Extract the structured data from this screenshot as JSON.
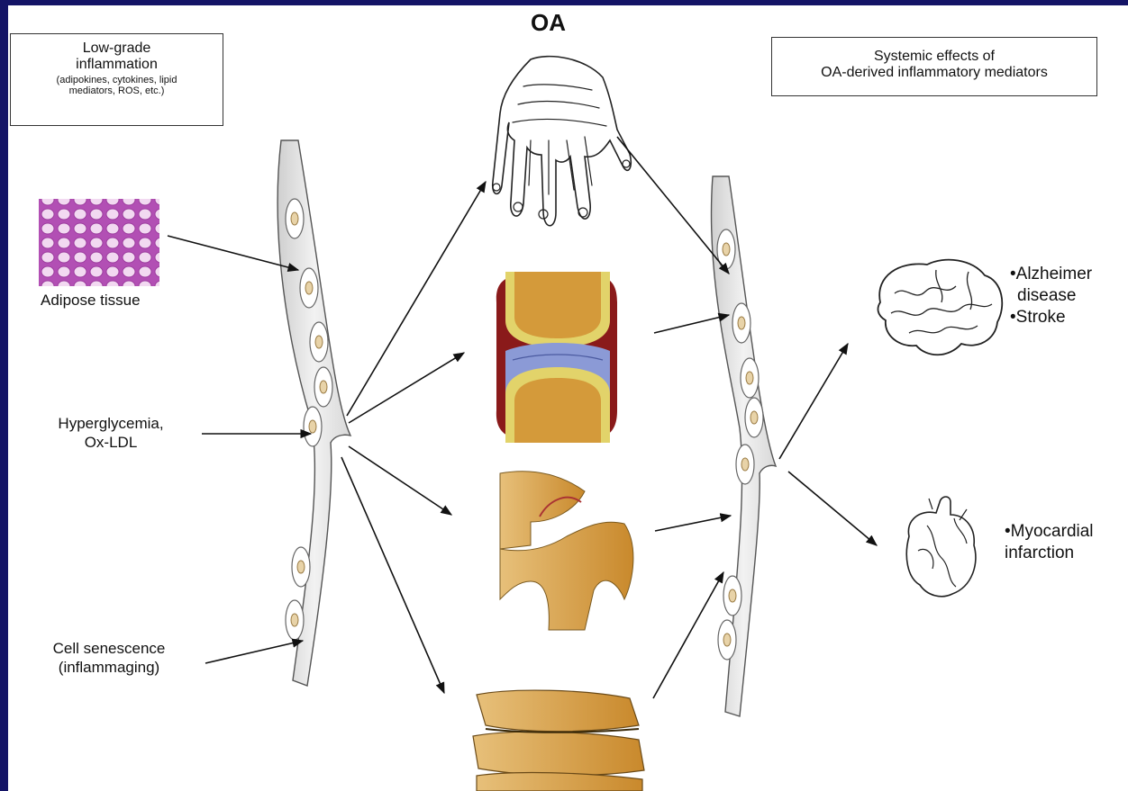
{
  "title": "OA",
  "boxes": {
    "left": {
      "line1": "Low-grade",
      "line2": "inflammation",
      "detail1": "(adipokines, cytokines, lipid",
      "detail2": "mediators, ROS, etc.)"
    },
    "right": {
      "line1": "Systemic effects of",
      "line2": "OA-derived inflammatory mediators"
    }
  },
  "left_labels": {
    "adipose": "Adipose tissue",
    "hyper1": "Hyperglycemia,",
    "hyper2": "Ox-LDL",
    "sen1": "Cell senescence",
    "sen2": "(inflammaging)"
  },
  "right_labels": {
    "brain1": "•Alzheimer",
    "brain2": "disease",
    "brain3": "•Stroke",
    "heart1": "•Myocardial",
    "heart2": "infarction"
  },
  "colors": {
    "frame": "#1a1a6e",
    "vessel_fill": "#e6e6e6",
    "cell_nucleus": "#e8d3a8",
    "cartilage_blue": "#8b9ad6",
    "bone_tan": "#d49a3a",
    "joint_red": "#8a1a1a",
    "adipose_purple": "#b24fb4"
  },
  "icons": [
    "hand-skeleton-icon",
    "knee-joint-icon",
    "hip-joint-icon",
    "spine-icon",
    "brain-icon",
    "heart-icon",
    "adipose-tissue-icon"
  ]
}
